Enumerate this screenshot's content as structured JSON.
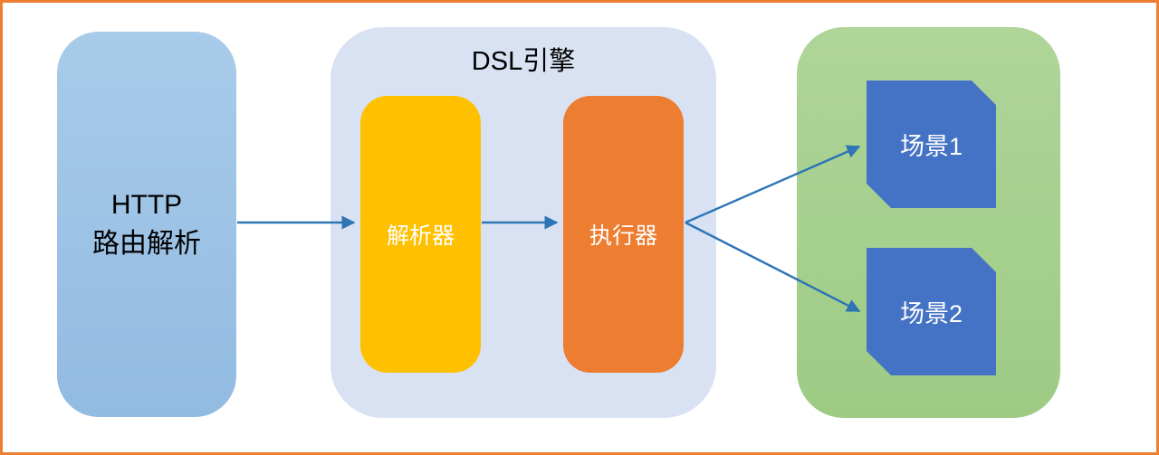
{
  "diagram": {
    "http": {
      "line1": "HTTP",
      "line2": "路由解析"
    },
    "dsl_engine": {
      "title": "DSL引擎"
    },
    "parser": {
      "label": "解析器"
    },
    "executor": {
      "label": "执行器"
    },
    "scene1": {
      "label": "场景1"
    },
    "scene2": {
      "label": "场景2"
    },
    "edges": [
      {
        "from": "HTTP 路由解析",
        "to": "解析器"
      },
      {
        "from": "解析器",
        "to": "执行器"
      },
      {
        "from": "执行器",
        "to": "场景1"
      },
      {
        "from": "执行器",
        "to": "场景2"
      }
    ],
    "colors": {
      "page_border": "#ED7D31",
      "http_box": "#9DC3E6",
      "dsl_container": "#D9E2F3",
      "parser_box": "#FFC000",
      "executor_box": "#ED7D31",
      "scene_container": "#A9D18E",
      "scene_box": "#4472C4",
      "arrow": "#2E75B6"
    }
  }
}
